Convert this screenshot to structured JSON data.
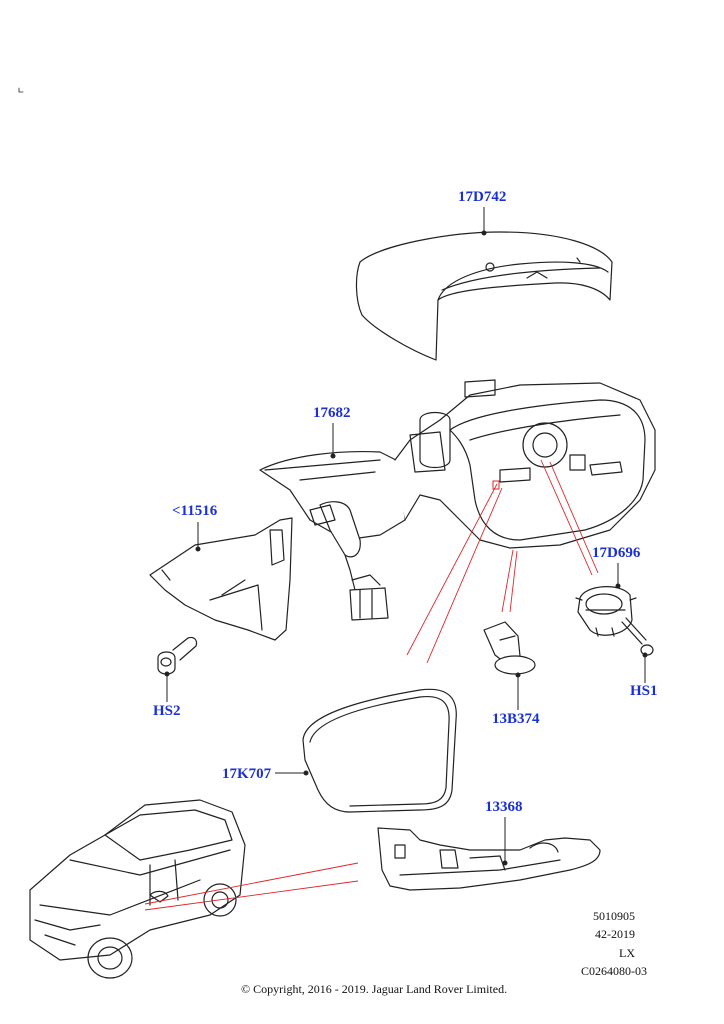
{
  "callouts": {
    "c17D742": "17D742",
    "c17682": "17682",
    "c11516": "<11516",
    "c17D696": "17D696",
    "cHS1": "HS1",
    "cHS2": "HS2",
    "c13B374": "13B374",
    "c17K707": "17K707",
    "c13368": "13368"
  },
  "meta": {
    "line1": "5010905",
    "line2": "42-2019",
    "line3": "LX",
    "line4": "C0264080-03"
  },
  "copyright": "© Copyright, 2016 - 2019. Jaguar Land Rover Limited.",
  "colors": {
    "callout": "#1a2fd6",
    "leader_red": "#e0262b",
    "line": "#222222"
  }
}
